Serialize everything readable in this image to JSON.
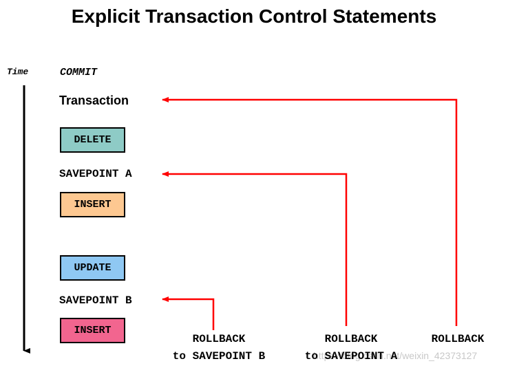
{
  "title": "Explicit Transaction Control Statements",
  "time_label": "Time",
  "commit_label": "COMMIT",
  "transaction_label": "Transaction",
  "steps": {
    "delete": "DELETE",
    "savepoint_a": "SAVEPOINT A",
    "insert_1": "INSERT",
    "update": "UPDATE",
    "savepoint_b": "SAVEPOINT B",
    "insert_2": "INSERT"
  },
  "rollbacks": {
    "to_b": {
      "line1": "ROLLBACK",
      "line2": "to SAVEPOINT B"
    },
    "to_a": {
      "line1": "ROLLBACK",
      "line2": "to SAVEPOINT A"
    },
    "full": {
      "line1": "ROLLBACK"
    }
  },
  "watermark": "https://blog.csdn.net/weixin_42373127",
  "colors": {
    "arrow": "#ff0000",
    "delete_box": "#8ecbc6",
    "insert_box_1": "#fdc891",
    "update_box": "#8fc8f3",
    "insert_box_2": "#f2658f"
  }
}
